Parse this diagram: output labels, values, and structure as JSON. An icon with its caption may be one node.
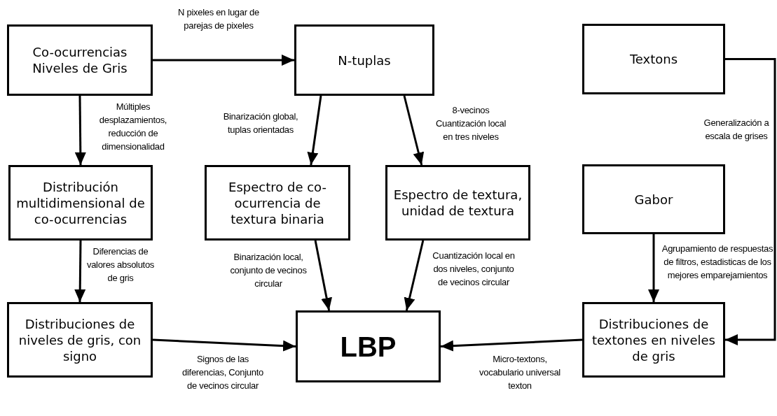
{
  "diagram": {
    "nodes": [
      {
        "text": [
          "Co-ocurrencias Niveles de Gris"
        ]
      },
      {
        "text": [
          "N-tuplas"
        ]
      },
      {
        "text": [
          "Textons"
        ]
      },
      {
        "text": [
          "Distribución multidimensional de co-ocurrencias"
        ]
      },
      {
        "text": [
          "Espectro de co-ocurrencia de textura binaria"
        ]
      },
      {
        "text": [
          "Espectro de textura, unidad de textura"
        ]
      },
      {
        "text": [
          "Gabor"
        ]
      },
      {
        "text": [
          "Distribuciones de niveles de gris, con signo"
        ]
      },
      {
        "text": [
          "LBP"
        ]
      },
      {
        "text": [
          "Distribuciones de textones en niveles de gris"
        ]
      }
    ],
    "edges": [
      {
        "from": 0,
        "to": 1,
        "arrow": "to",
        "label": "N pixeles en lugar de parejas de pixeles"
      },
      {
        "from": 0,
        "to": 3,
        "arrow": "to",
        "label": "Múltiples desplazamientos, reducción de dimensionalidad"
      },
      {
        "from": 1,
        "to": 4,
        "arrow": "to",
        "label": "Binarización global, tuplas orientadas"
      },
      {
        "from": 1,
        "to": 5,
        "arrow": "to",
        "label": "8-vecinos Cuantización local en tres niveles"
      },
      {
        "from": 3,
        "to": 7,
        "arrow": "to",
        "label": "Diferencias de valores absolutos de gris"
      },
      {
        "from": 4,
        "to": 8,
        "arrow": "to",
        "label": "Binarización local, conjunto de vecinos circular"
      },
      {
        "from": 5,
        "to": 8,
        "arrow": "to",
        "label": "Cuantización local en dos niveles, conjunto de vecinos circular"
      },
      {
        "from": 7,
        "to": 8,
        "arrow": "to",
        "label": "Signos de las diferencias, Conjunto de vecinos circular"
      },
      {
        "from": 9,
        "to": 8,
        "arrow": "to",
        "label": "Micro-textons, vocabulario universal texton"
      },
      {
        "from": 6,
        "to": 9,
        "arrow": "to",
        "label": "Agrupamiento de respuestas de filtros, estadisticas de los mejores emparejamientos"
      },
      {
        "from": 2,
        "to": 9,
        "arrow": "to",
        "label": "Generalización a escala de grises"
      }
    ]
  }
}
